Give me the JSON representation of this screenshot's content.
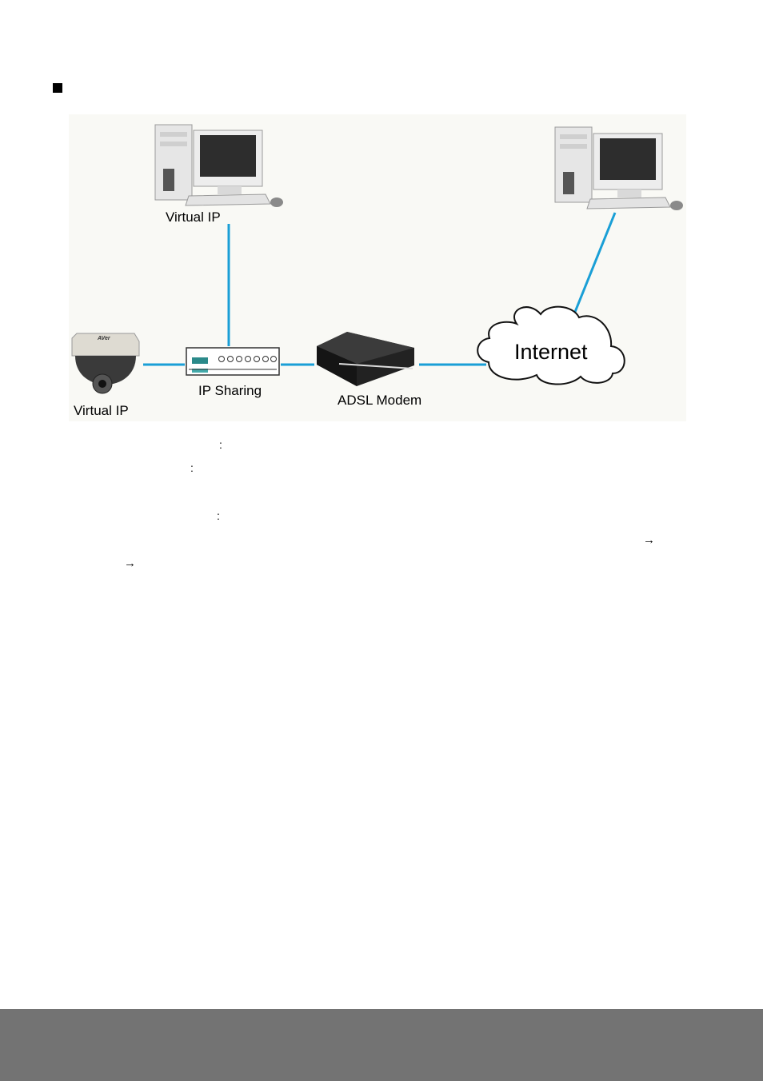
{
  "diagram": {
    "labels": {
      "top_pc": "Virtual IP",
      "camera": "Virtual IP",
      "router": "IP Sharing",
      "modem": "ADSL Modem",
      "cloud": "Internet"
    },
    "camera_brand": "AVer",
    "link_color": "#1a9fd6"
  },
  "text": {
    "colon": ":",
    "arrow": "→"
  }
}
